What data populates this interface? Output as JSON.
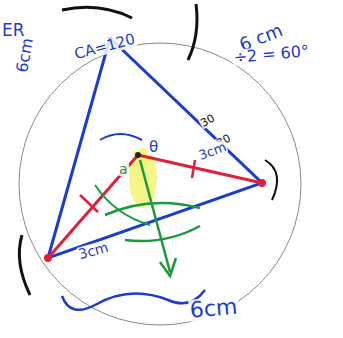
{
  "diagram": {
    "labels": [
      "ER",
      "6cm",
      "CA=120",
      "6 cm",
      "÷2 = 60°",
      "30",
      "30",
      "θ",
      "a",
      "3cm",
      "3cm",
      "6cm"
    ]
  }
}
